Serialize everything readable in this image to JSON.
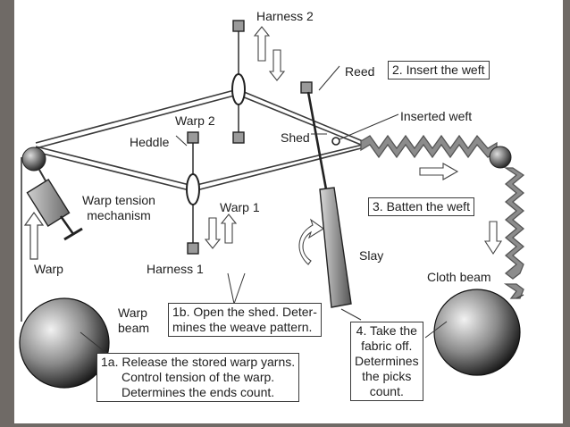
{
  "labels": {
    "harness2": "Harness 2",
    "reed": "Reed",
    "insert_weft": "2. Insert the weft",
    "inserted_weft": "Inserted weft",
    "warp2": "Warp 2",
    "heddle": "Heddle",
    "shed": "Shed",
    "warp_tension": "Warp tension\nmechanism",
    "warp1": "Warp 1",
    "batten_weft": "3. Batten the weft",
    "slay": "Slay",
    "warp": "Warp",
    "harness1": "Harness 1",
    "cloth_beam": "Cloth beam",
    "warp_beam": "Warp\nbeam",
    "open_shed": "1b. Open the shed. Deter-\nmines the weave pattern.",
    "take_fabric": "4. Take the\nfabric off.\nDetermines\nthe picks\ncount.",
    "release_warp": "1a. Release the stored warp yarns.\nControl tension of the warp.\nDetermines the ends count."
  },
  "colors": {
    "background": "#6f6a66",
    "board": "#ffffff",
    "line": "#3a3a3a",
    "beam_light": "#dcdcdc",
    "beam_dark": "#1a1a1a",
    "harness_fill": "#9a9a9a",
    "fabric": "#8c8c8c"
  }
}
